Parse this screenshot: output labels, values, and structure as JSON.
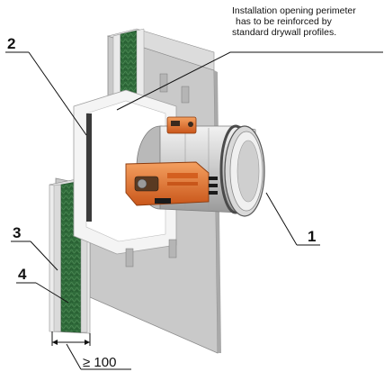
{
  "note": {
    "lines": [
      "Installation opening perimeter",
      "has to be reinforced by",
      "standard drywall profiles."
    ]
  },
  "callouts": {
    "c1": "1",
    "c2": "2",
    "c3": "3",
    "c4": "4"
  },
  "dimension": {
    "label": "≥ 100"
  },
  "colors": {
    "wall_face": "#c9c9c9",
    "insulation": "#2f6b3a",
    "board_edge": "#e6e6e6",
    "actuator": "#e8742a",
    "duct_metal": "#d7d7d7"
  }
}
